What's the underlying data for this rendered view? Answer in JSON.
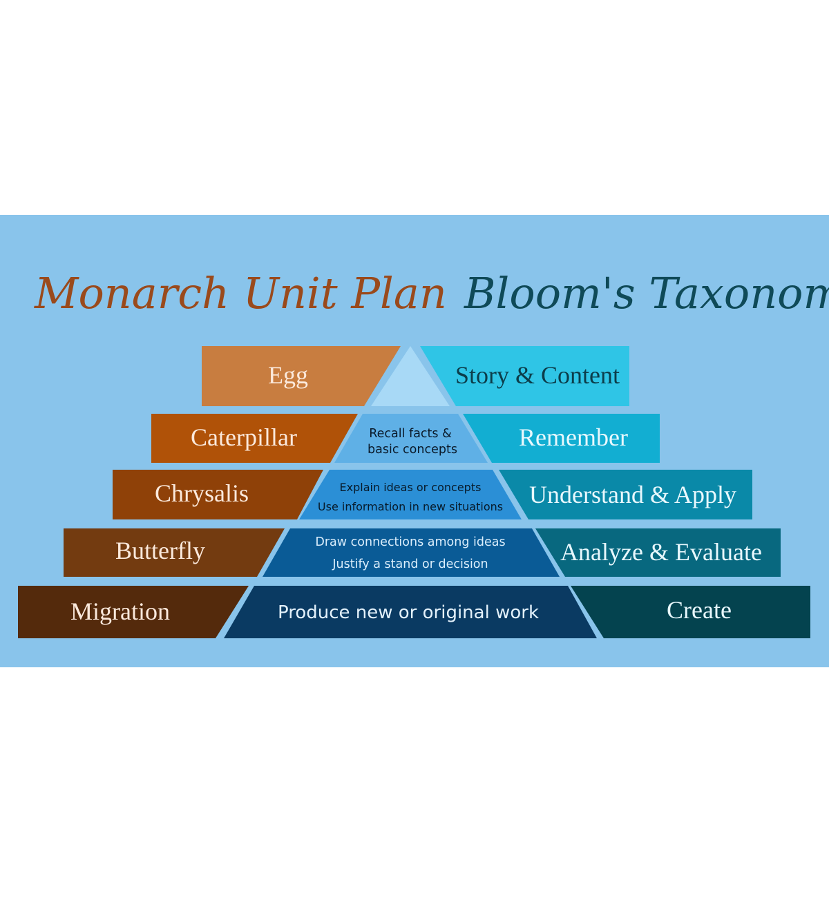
{
  "titles": {
    "left": "Monarch Unit Plan",
    "right": "Bloom's Taxonomy"
  },
  "stages": {
    "egg": "Egg",
    "caterpillar": "Caterpillar",
    "chrysalis": "Chrysalis",
    "butterfly": "Butterfly",
    "migration": "Migration"
  },
  "bloom": {
    "story": "Story & Content",
    "remember": "Remember",
    "understand_apply": "Understand & Apply",
    "analyze_evaluate": "Analyze & Evaluate",
    "create": "Create"
  },
  "descriptions": {
    "remember_line1": "Recall facts &",
    "remember_line2": "basic concepts",
    "understand_line1": "Explain ideas or concepts",
    "understand_line2": "Use information in new situations",
    "analyze_line1": "Draw connections among ideas",
    "analyze_line2": "Justify a stand or decision",
    "create_line1": "Produce new or original work"
  },
  "colors": {
    "background": "#89c4eb",
    "title_left": "#9a4a1c",
    "title_right": "#0f4a58",
    "stage_egg": "#c87d40",
    "stage_caterpillar": "#b05208",
    "stage_chrysalis": "#8f4108",
    "stage_butterfly": "#733b10",
    "stage_migration": "#542a0c",
    "bloom_story": "#2fc5e6",
    "bloom_remember": "#12aed2",
    "bloom_understand": "#0a89a8",
    "bloom_analyze": "#08687f",
    "bloom_create": "#04434f",
    "pyramid_top": "#a8d9f6",
    "pyramid_l2": "#5fb0e6",
    "pyramid_l3": "#2b8fd6",
    "pyramid_l4": "#0a5b96",
    "pyramid_l5": "#0a3a62"
  }
}
